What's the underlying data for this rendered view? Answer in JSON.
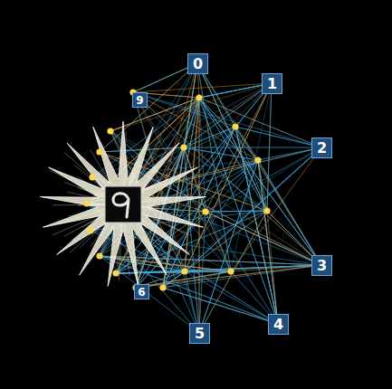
{
  "diagram": {
    "nodes": [
      {
        "text": [
          "0"
        ]
      },
      {
        "text": [
          "1"
        ]
      },
      {
        "text": [
          "2"
        ]
      },
      {
        "text": [
          "3"
        ]
      },
      {
        "text": [
          "4"
        ]
      },
      {
        "text": [
          "5"
        ]
      },
      {
        "text": [
          "6"
        ]
      },
      {
        "text": [
          "9"
        ]
      }
    ]
  }
}
